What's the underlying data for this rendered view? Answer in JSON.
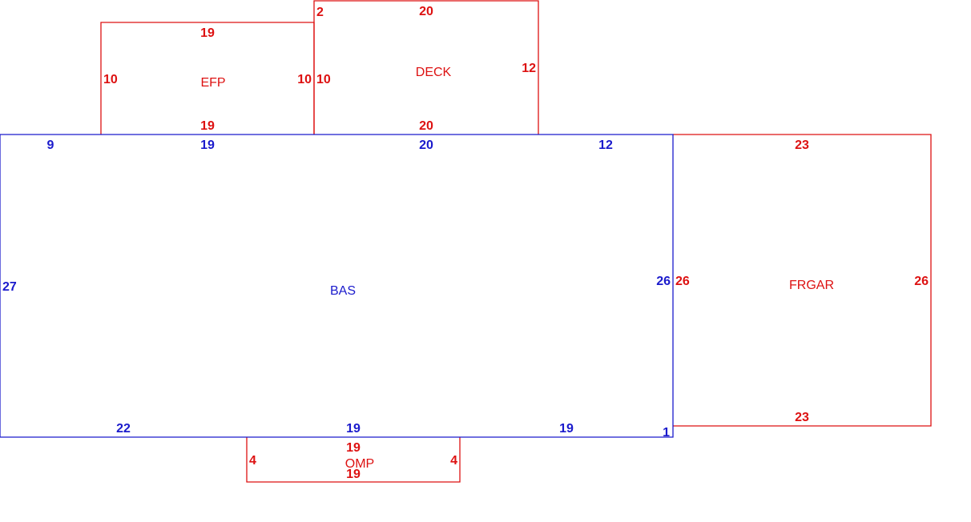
{
  "colors": {
    "living_area": "#1a1acc",
    "attachment": "#dd1111",
    "background": "#ffffff"
  },
  "areas": {
    "bas": {
      "label": "BAS",
      "dims": {
        "top_left": "9",
        "top_mid1": "19",
        "top_mid2": "20",
        "top_right": "12",
        "left": "27",
        "right": "26",
        "bottom_left": "22",
        "bottom_mid": "19",
        "bottom_right": "19",
        "corner_jog": "1"
      }
    },
    "efp": {
      "label": "EFP",
      "dims": {
        "top": "19",
        "bottom": "19",
        "left": "10",
        "right": "10"
      }
    },
    "deck": {
      "label": "DECK",
      "dims": {
        "top": "20",
        "bottom": "20",
        "left": "10",
        "right": "12",
        "corner": "2"
      }
    },
    "frgar": {
      "label": "FRGAR",
      "dims": {
        "top": "23",
        "bottom": "23",
        "left": "26",
        "right": "26"
      }
    },
    "omp": {
      "label": "OMP",
      "dims": {
        "top": "19",
        "bottom": "19",
        "left": "4",
        "right": "4"
      }
    }
  }
}
